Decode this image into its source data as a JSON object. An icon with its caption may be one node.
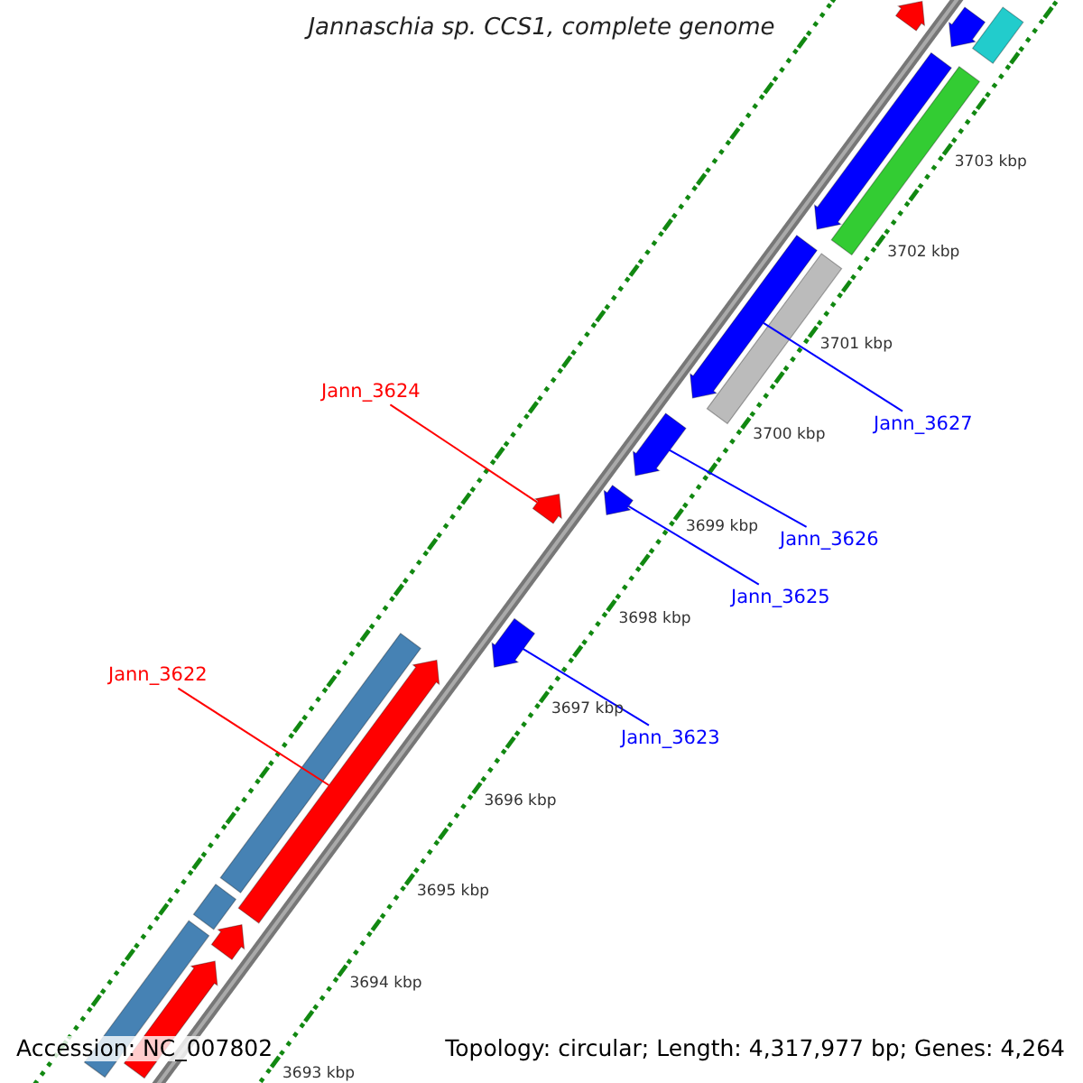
{
  "diagram": {
    "title": "Jannaschia sp. CCS1, complete genome",
    "nodes": [
      {
        "text": [
          "Jann_3624"
        ]
      },
      {
        "text": [
          "Jann_3627"
        ]
      },
      {
        "text": [
          "Jann_3626"
        ]
      },
      {
        "text": [
          "Jann_3625"
        ]
      },
      {
        "text": [
          "Jann_3622"
        ]
      },
      {
        "text": [
          "Jann_3623"
        ]
      },
      {
        "text": [],
        "shape": "arrow"
      },
      {
        "text": [],
        "shape": "arrow"
      },
      {
        "text": [],
        "shape": "arrow"
      },
      {
        "text": [],
        "shape": "arrow"
      },
      {
        "text": [],
        "shape": "arrow"
      },
      {
        "text": [],
        "shape": "arrow"
      },
      {
        "text": [],
        "shape": "arrow"
      },
      {
        "text": [],
        "shape": "arrow"
      },
      {
        "text": [],
        "shape": "bar"
      },
      {
        "text": [],
        "shape": "arrow"
      },
      {
        "text": [],
        "shape": "bar"
      },
      {
        "text": [],
        "shape": "bar"
      },
      {
        "text": [],
        "shape": "bar"
      },
      {
        "text": [],
        "shape": "bar"
      },
      {
        "text": [],
        "shape": "arrow"
      },
      {
        "text": [],
        "shape": "bar"
      },
      {
        "text": [],
        "shape": "arrow"
      }
    ],
    "edges": [
      {
        "from": 0,
        "to": 9,
        "arrow": "none",
        "color": "#ff0000"
      },
      {
        "from": 1,
        "to": 6,
        "arrow": "none"
      },
      {
        "from": 2,
        "to": 7,
        "arrow": "none"
      },
      {
        "from": 3,
        "to": 8,
        "arrow": "none"
      },
      {
        "from": 4,
        "to": 11,
        "arrow": "none",
        "color": "#ff0000"
      },
      {
        "from": 5,
        "to": 10,
        "arrow": "none"
      }
    ],
    "labels": [
      "3703 kbp",
      "3702 kbp",
      "3701 kbp",
      "3700 kbp",
      "3699 kbp",
      "3698 kbp",
      "3697 kbp",
      "3696 kbp",
      "3695 kbp",
      "3694 kbp",
      "3693 kbp",
      "Accession: NC_007802",
      "Topology: circular; Length: 4,317,977 bp; Genes: 4,264"
    ]
  }
}
